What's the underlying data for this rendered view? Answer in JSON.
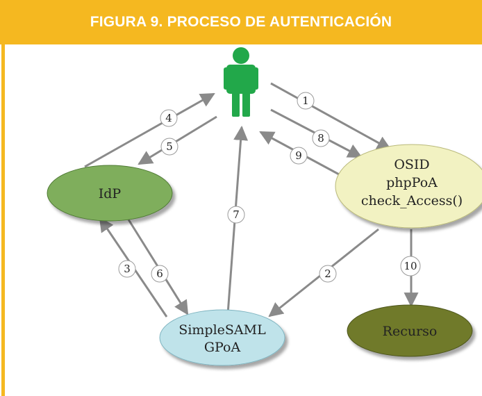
{
  "figure": {
    "title": "FIGURA 9. PROCESO DE AUTENTICACIÓN"
  },
  "nodes": {
    "idp": {
      "label": "IdP",
      "color": "#7fae5c"
    },
    "osid": {
      "lines": [
        "OSID",
        "phpPoA",
        "check_Access()"
      ],
      "color": "#f2f2c2"
    },
    "simplesaml": {
      "lines": [
        "SimpleSAML",
        "GPoA"
      ],
      "color": "#bfe3ea"
    },
    "recurso": {
      "label": "Recurso",
      "color": "#6f7a2a"
    },
    "user": {
      "icon": "person-icon",
      "color": "#22a84a"
    }
  },
  "steps": [
    "1",
    "2",
    "3",
    "4",
    "5",
    "6",
    "7",
    "8",
    "9",
    "10"
  ],
  "colors": {
    "accent": "#f5b820",
    "arrow": "#8a8a8a"
  }
}
